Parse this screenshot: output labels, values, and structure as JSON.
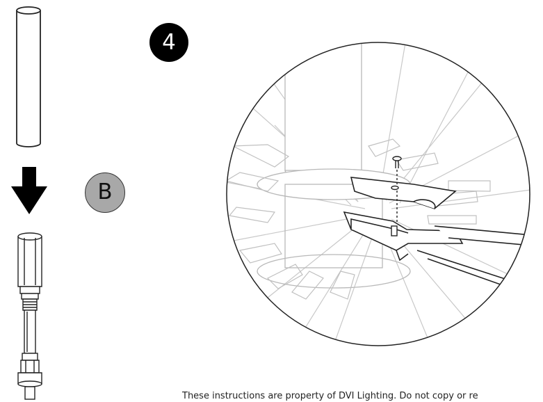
{
  "step_number": "4",
  "part_label": "B",
  "footer_text": "These instructions are property of DVI Lighting. Do not copy or re"
}
